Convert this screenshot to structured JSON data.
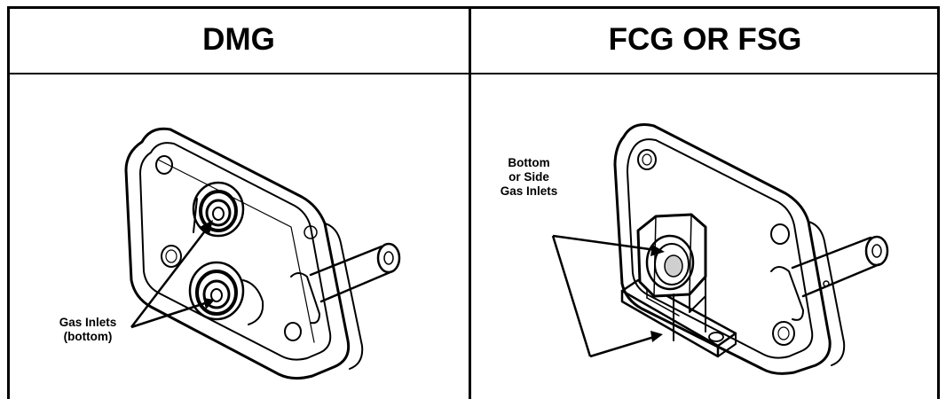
{
  "columns": [
    {
      "header": "DMG",
      "callout": [
        "Gas Inlets",
        "(bottom)"
      ],
      "part_icon": "diaphragm-gauge-housing-two-inlets"
    },
    {
      "header": "FCG OR FSG",
      "callout": [
        "Bottom",
        "or Side",
        "Gas Inlets"
      ],
      "part_icon": "gauge-housing-hex-fitting-inlet"
    }
  ],
  "colors": {
    "line": "#000000",
    "background": "#ffffff",
    "gray": "#cfcfcf"
  }
}
